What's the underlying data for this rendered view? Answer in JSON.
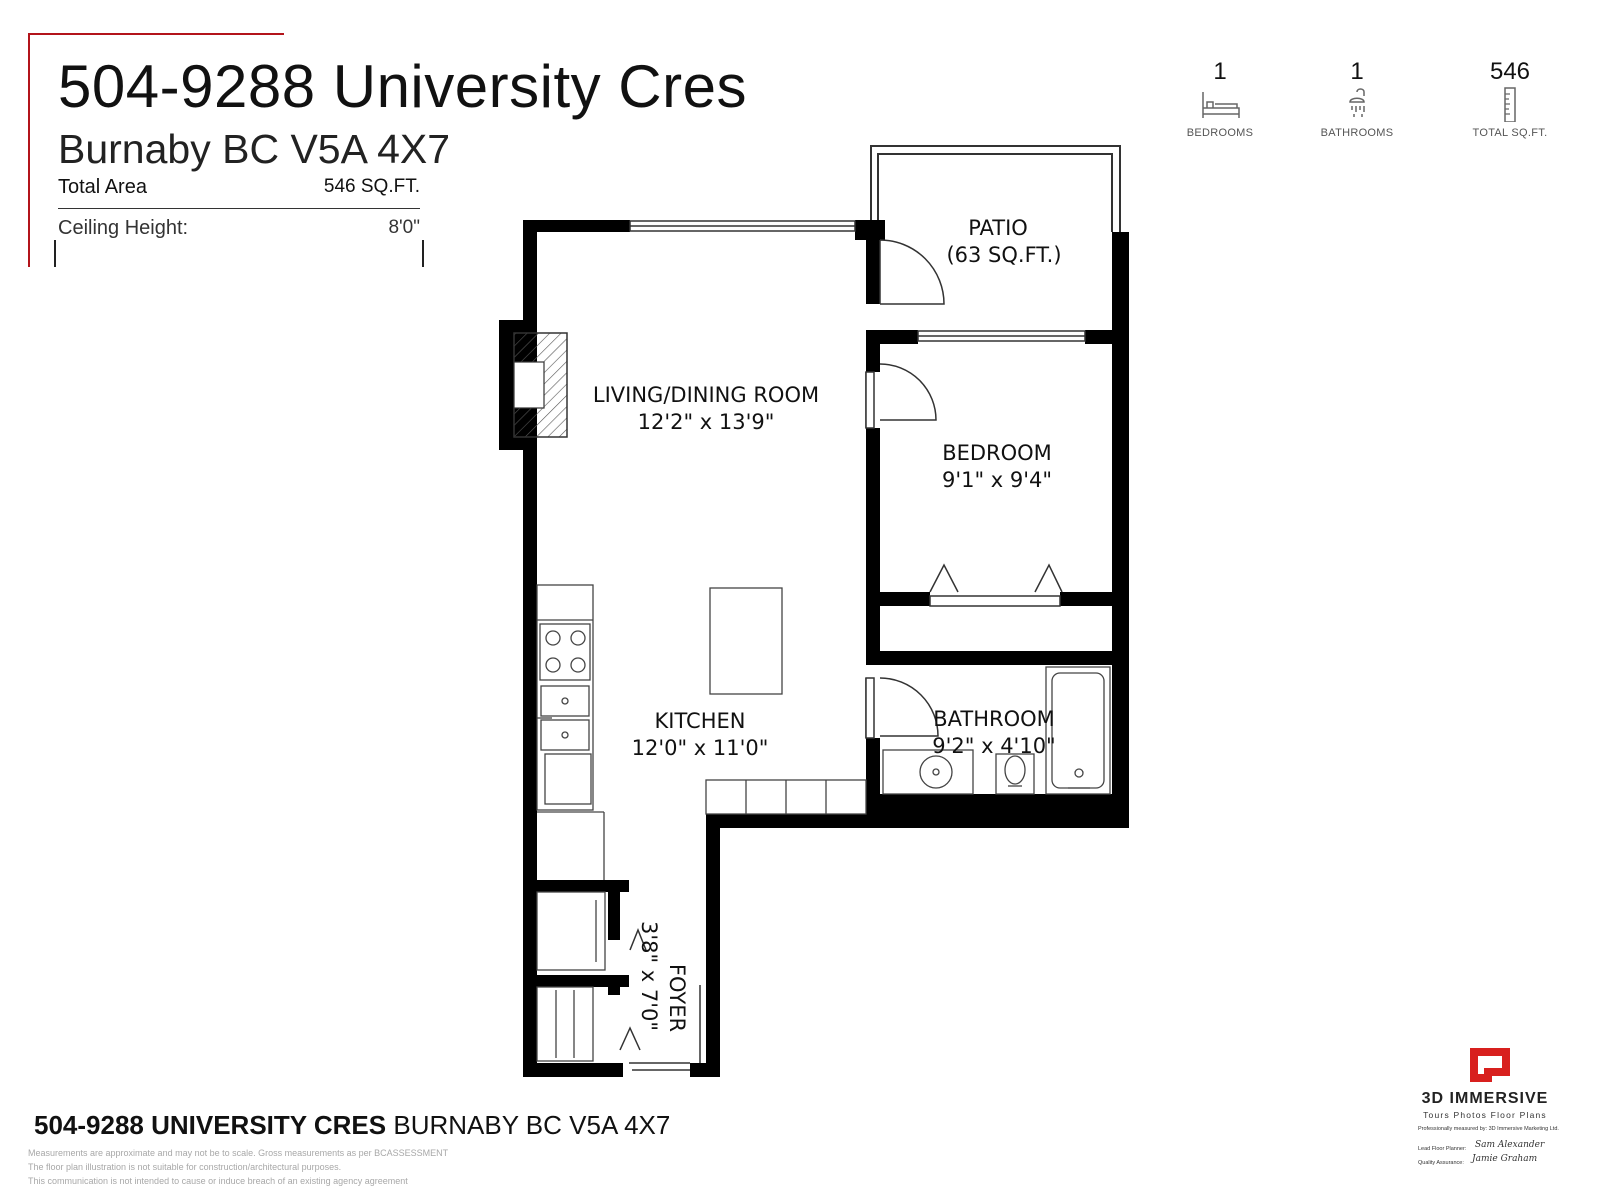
{
  "header": {
    "title": "504-9288 University Cres",
    "subtitle": "Burnaby BC V5A 4X7",
    "total_area_label": "Total Area",
    "total_area_value": "546 SQ.FT.",
    "ceiling_label": "Ceiling Height:",
    "ceiling_value": "8'0\""
  },
  "stats": [
    {
      "value": "1",
      "label": "BEDROOMS",
      "icon": "bed-icon"
    },
    {
      "value": "1",
      "label": "BATHROOMS",
      "icon": "shower-icon"
    },
    {
      "value": "546",
      "label": "TOTAL SQ.FT.",
      "icon": "ruler-icon"
    }
  ],
  "rooms": {
    "patio": {
      "name": "PATIO",
      "size": "(63 SQ.FT.)"
    },
    "living": {
      "name": "LIVING/DINING ROOM",
      "size": "12'2\" x 13'9\""
    },
    "bedroom": {
      "name": "BEDROOM",
      "size": "9'1\" x 9'4\""
    },
    "kitchen": {
      "name": "KITCHEN",
      "size": "12'0\" x 11'0\""
    },
    "bathroom": {
      "name": "BATHROOM",
      "size": "9'2\" x 4'10\""
    },
    "foyer": {
      "name": "FOYER",
      "size": "3'8\" x 7'0\""
    }
  },
  "footer": {
    "address_bold": "504-9288 UNIVERSITY CRES",
    "address_rest": " BURNABY BC  V5A 4X7",
    "disclaimer_1": "Measurements are approximate and may not be to scale. Gross measurements as per BCASSESSMENT",
    "disclaimer_2": "The floor plan illustration is not suitable for construction/architectural purposes.",
    "disclaimer_3": "This communication is not intended to cause or induce breach of an existing agency agreement"
  },
  "logo": {
    "name": "3D IMMERSIVE",
    "tagline": "Tours  Photos  Floor Plans",
    "measured_by": "Professionally measured by: 3D Immersive Marketing Ltd.",
    "planner_label": "Lead Floor Planner:",
    "planner_sig": "Sam Alexander",
    "qa_label": "Quality Assurance:",
    "qa_sig": "Jamie Graham"
  },
  "colors": {
    "accent": "#b3141b",
    "wall": "#000000",
    "hatch": "#555555"
  }
}
